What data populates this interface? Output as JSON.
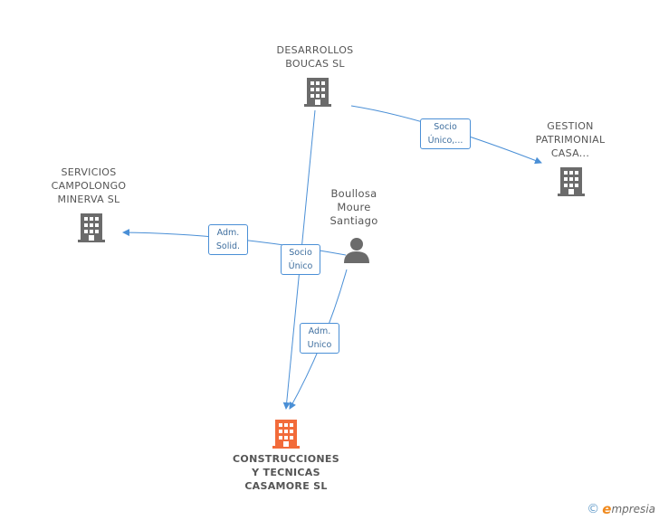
{
  "colors": {
    "edge": "#4a8fd6",
    "company_icon": "#6b6b6b",
    "focus_icon": "#f26b3a",
    "person_icon": "#6b6b6b"
  },
  "nodes": {
    "desarrollos": {
      "lines": [
        "DESARROLLOS",
        "BOUCAS  SL"
      ],
      "icon": "building-icon"
    },
    "gestion": {
      "lines": [
        "GESTION",
        "PATRIMONIAL",
        "CASA..."
      ],
      "icon": "building-icon"
    },
    "servicios": {
      "lines": [
        "SERVICIOS",
        "CAMPOLONGO",
        "MINERVA  SL"
      ],
      "icon": "building-icon"
    },
    "person": {
      "lines": [
        "Boullosa",
        "Moure",
        "Santiago"
      ],
      "icon": "person-icon"
    },
    "construcciones": {
      "lines": [
        "CONSTRUCCIONES",
        "Y TECNICAS",
        "CASAMORE SL"
      ],
      "icon": "building-icon"
    }
  },
  "edges": [
    {
      "id": "desarrollos-gestion",
      "label": [
        "Socio",
        "Único,..."
      ]
    },
    {
      "id": "person-servicios",
      "label": [
        "Adm.",
        "Solid."
      ]
    },
    {
      "id": "desarrollos-construcciones",
      "label": [
        "Socio",
        "Único"
      ]
    },
    {
      "id": "person-construcciones",
      "label": [
        "Adm.",
        "Unico"
      ]
    }
  ],
  "footer": {
    "copyright_symbol": "©",
    "brand_initial": "e",
    "brand_rest": "mpresia"
  }
}
